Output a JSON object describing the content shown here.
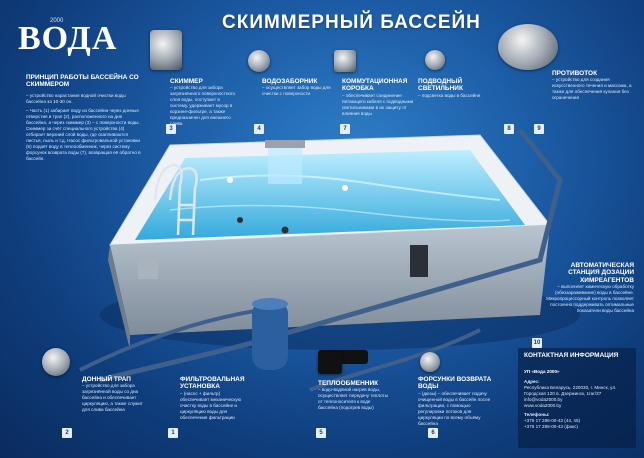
{
  "title": "СКИММЕРНЫЙ БАССЕЙН",
  "logo": {
    "name": "ВОДА",
    "year": "2000"
  },
  "principle": {
    "heading": "ПРИНЦИП РАБОТЫ БАССЕЙНА СО СКИММЕРОМ",
    "paragraphs": [
      "– устройство нарастания водной очистки воды бассейна за 10-30 он.",
      "– Часть (1) забирает воду из бассейна через донные отверстия и трап (2), расположенного на дне бассейна, а через скиммер (3) – с поверхности воды. Скиммер за счёт специального устройства (4) отбирает верхний слой воды, где скапливаются листья, пыль и т.д. Насос фильтровальной установки (5) подаёт воду в теплообменник, через систему форсунок возврата воды (7), возвращая её обратно в бассейн."
    ]
  },
  "components": [
    {
      "num": "3",
      "heading": "СКИММЕР",
      "text": "– устройство для забора загрязнённого поверхностного слоя воды, поступает в систему, удерживает мусор в корзине-фильтре, а также предназначен для внешнего слива"
    },
    {
      "num": "4",
      "heading": "ВОДОЗАБОРНИК",
      "text": "– осуществляет забор воды для очистки с поверхности"
    },
    {
      "num": "7",
      "heading": "КОММУТАЦИОННАЯ КОРОБКА",
      "text": "– обеспечивает соединение питающего кабеля с подводными светильниками в их защиту от влияния воды"
    },
    {
      "num": "8",
      "heading": "ПОДВОДНЫЙ СВЕТИЛЬНИК",
      "text": "– подсветка воды в бассейне"
    },
    {
      "num": "9",
      "heading": "ПРОТИВОТОК",
      "text": "– устройство для создания искусственного течения и массажа, а также для обеспечения купания без ограничения"
    },
    {
      "num": "2",
      "heading": "ДОННЫЙ ТРАП",
      "text": "– устройство для забора загрязнённой воды со дна бассейна и обеспечивает циркуляцию, а также служит для слива бассейна"
    },
    {
      "num": "1",
      "heading": "ФИЛЬТРОВАЛЬНАЯ УСТАНОВКА",
      "text": "– (насос + фильтр) обеспечивает механическую очистку воды в бассейне и циркуляцию воды для обеспечения фильтрации"
    },
    {
      "num": "5",
      "heading": "ТЕПЛООБМЕННИК",
      "text": "– водо-водяной нагрев воды, осуществляет передачу теплоты от теплоносителя к воде бассейна (подогрев воды)"
    },
    {
      "num": "6",
      "heading": "ФОРСУНКИ ВОЗВРАТА ВОДЫ",
      "text": "– (дюзы) – обеспечивает подачу очищенной воды в бассейн после фильтрации, с помощью регулировки потоков для циркуляции по всему объёму бассейна"
    },
    {
      "num": "10",
      "heading": "АВТОМАТИЧЕСКАЯ СТАНЦИЯ ДОЗАЦИИ ХИМРЕАГЕНТОВ",
      "text": "– выполняет химическую обработку (обеззараживание) воды в бассейне. Микропроцессорный контроль позволяет постоянно поддерживать оптимальные показатели воды бассейна"
    }
  ],
  "contact": {
    "heading": "КОНТАКТНАЯ ИНФОРМАЦИЯ",
    "company": "УП «Вода 2000»",
    "address_label": "Адрес:",
    "address": "Республика Беларусь, 220030, г. Минск, ул. Городская 120 в. Дзержинск, 1гаг/37 info@voda2000.by",
    "web": "www.voda2000.by",
    "phones_label": "Телефоны:",
    "phones": "+375 17 288-00-43 (44, 45)",
    "phones2": "+375 17 288-00-43 (факс)"
  },
  "colors": {
    "water": "#7fd3f2",
    "deck": "#eef2f7",
    "pipe": "#3f5f8c",
    "bg": "#1d5ea8"
  }
}
